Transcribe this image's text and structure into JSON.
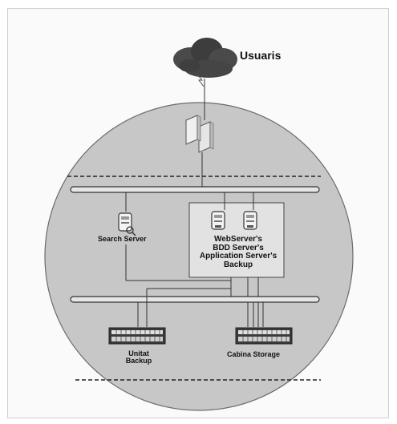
{
  "diagram": {
    "nodes": {
      "users": {
        "label": "Usuaris",
        "icon": "cloud-icon"
      },
      "firewall": {
        "icon": "firewall-icon"
      },
      "search_server": {
        "label": "Search Server",
        "icon": "server-icon"
      },
      "server_group": {
        "icon": "server-icon",
        "label_lines": [
          "WebServer's",
          "BDD Server's",
          "Application Server's",
          "Backup"
        ]
      },
      "backup_unit": {
        "label_lines": [
          "Unitat",
          "Backup"
        ],
        "icon": "storage-array-icon"
      },
      "storage_cabinet": {
        "label": "Cabina Storage",
        "icon": "storage-array-icon"
      }
    },
    "colors": {
      "circle_fill": "#c7c7c7",
      "line": "#333333",
      "cloud": "#4a4a4a"
    }
  }
}
